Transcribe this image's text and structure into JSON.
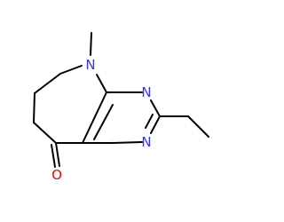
{
  "molecule": {
    "atom_labels": {
      "n_azepine": "N",
      "n_pyrimidine_upper": "N",
      "n_pyrimidine_lower": "N",
      "o_carbonyl": "O"
    },
    "colors": {
      "nitrogen": "#3333ff",
      "oxygen": "#ff0000",
      "bond": "#000000",
      "background": "#ffffff"
    }
  }
}
